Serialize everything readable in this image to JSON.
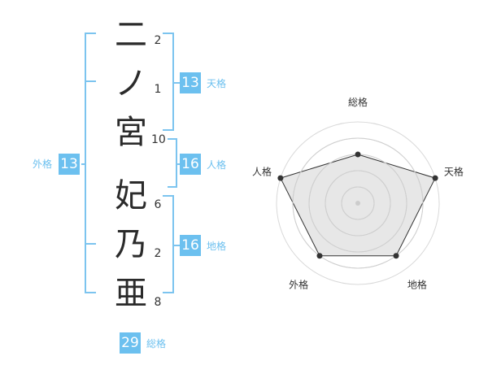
{
  "name": {
    "chars": [
      {
        "char": "二",
        "strokes": "2"
      },
      {
        "char": "ノ",
        "strokes": "1"
      },
      {
        "char": "宮",
        "strokes": "10"
      },
      {
        "char": "妃",
        "strokes": "6"
      },
      {
        "char": "乃",
        "strokes": "2"
      },
      {
        "char": "亜",
        "strokes": "8"
      }
    ]
  },
  "fortunes": {
    "tenkaku": {
      "value": "13",
      "label": "天格"
    },
    "jinkaku": {
      "value": "16",
      "label": "人格"
    },
    "chikaku": {
      "value": "16",
      "label": "地格"
    },
    "gaikaku": {
      "value": "13",
      "label": "外格"
    },
    "soukaku": {
      "value": "29",
      "label": "総格"
    }
  },
  "colors": {
    "accent": "#6cc0ef",
    "bracket": "#7cc4ef"
  },
  "chart_data": {
    "type": "radar",
    "axes": [
      "総格",
      "天格",
      "地格",
      "外格",
      "人格"
    ],
    "values": [
      3,
      5,
      4,
      4,
      5
    ],
    "rmax": 5,
    "rings": 5
  }
}
